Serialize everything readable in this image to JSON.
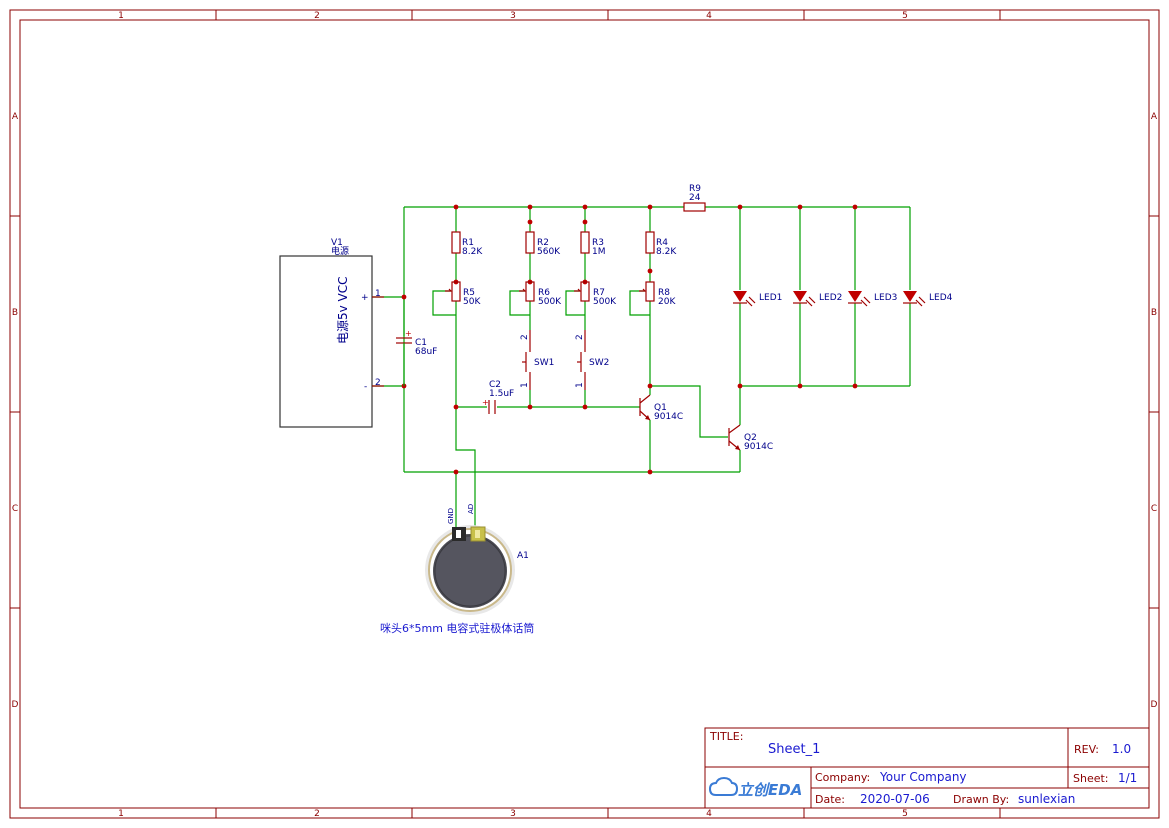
{
  "border": {
    "columns": [
      "1",
      "2",
      "3",
      "4",
      "5"
    ],
    "rows": [
      "A",
      "B",
      "C",
      "D"
    ]
  },
  "title_block": {
    "title_label": "TITLE:",
    "title": "Sheet_1",
    "rev_label": "REV:",
    "rev": "1.0",
    "company_label": "Company:",
    "company": "Your Company",
    "sheet_label": "Sheet:",
    "sheet": "1/1",
    "date_label": "Date:",
    "date": "2020-07-06",
    "drawn_label": "Drawn By:",
    "drawn_by": "sunlexian",
    "logo_text": "立创EDA"
  },
  "components": {
    "v1": {
      "ref": "V1",
      "value": "电源",
      "body": "电源5v VCC",
      "pin1": "1",
      "pin2": "2",
      "plus": "+",
      "minus": "-"
    },
    "c1": {
      "ref": "C1",
      "value": "68uF",
      "polarity": "+"
    },
    "c2": {
      "ref": "C2",
      "value": "1.5uF",
      "polarity": "+"
    },
    "r1": {
      "ref": "R1",
      "value": "8.2K"
    },
    "r2": {
      "ref": "R2",
      "value": "560K"
    },
    "r3": {
      "ref": "R3",
      "value": "1M"
    },
    "r4": {
      "ref": "R4",
      "value": "8.2K"
    },
    "r5": {
      "ref": "R5",
      "value": "50K"
    },
    "r6": {
      "ref": "R6",
      "value": "500K"
    },
    "r7": {
      "ref": "R7",
      "value": "500K"
    },
    "r8": {
      "ref": "R8",
      "value": "20K"
    },
    "r9": {
      "ref": "R9",
      "value": "24"
    },
    "sw1": {
      "ref": "SW1",
      "pin_top": "2",
      "pin_bottom": "1"
    },
    "sw2": {
      "ref": "SW2",
      "pin_top": "2",
      "pin_bottom": "1"
    },
    "q1": {
      "ref": "Q1",
      "value": "9014C"
    },
    "q2": {
      "ref": "Q2",
      "value": "9014C"
    },
    "led1": {
      "ref": "LED1"
    },
    "led2": {
      "ref": "LED2"
    },
    "led3": {
      "ref": "LED3"
    },
    "led4": {
      "ref": "LED4"
    },
    "a1": {
      "ref": "A1",
      "pin_gnd": "GND",
      "pin_ad": "AD",
      "caption": "咪头6*5mm 电容式驻极体话筒"
    }
  },
  "colors": {
    "frame": "#8b0000",
    "wire": "#00a000",
    "part": "#a00000",
    "label": "#00008b",
    "junction": "#c00000"
  }
}
